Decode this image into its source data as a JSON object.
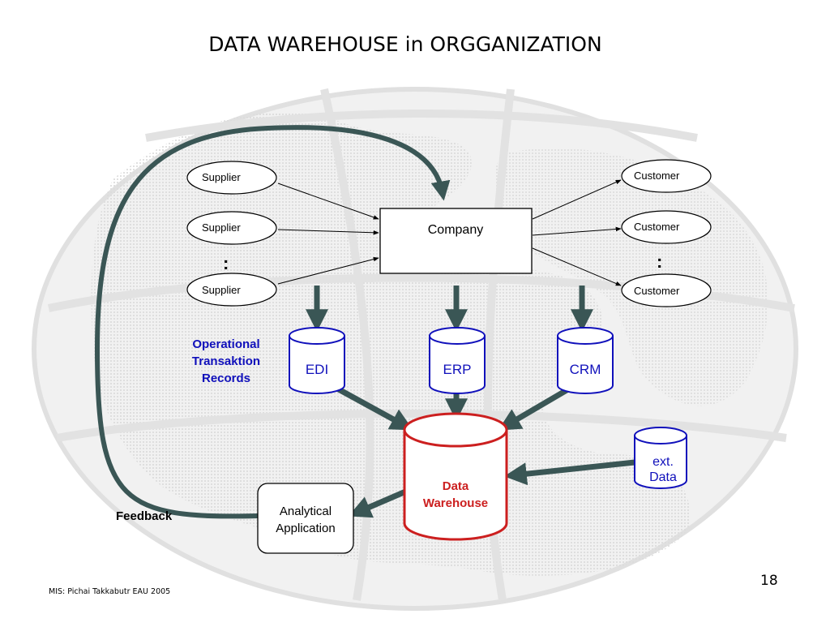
{
  "slide": {
    "title": "DATA WAREHOUSE in ORGGANIZATION",
    "footer": "MIS:  Pichai Takkabutr EAU 2005",
    "page_number": "18"
  },
  "diagram": {
    "suppliers": [
      "Supplier",
      "Supplier",
      "Supplier"
    ],
    "customers": [
      "Customer",
      "Customer",
      "Customer"
    ],
    "ellipsis": ":",
    "company": "Company",
    "operational_label": [
      "Operational",
      "Transaktion",
      "Records"
    ],
    "sources": [
      "EDI",
      "ERP",
      "CRM"
    ],
    "ext_data": [
      "ext.",
      "Data"
    ],
    "warehouse": [
      "Data",
      "Warehouse"
    ],
    "analytical": [
      "Analytical",
      "Application"
    ],
    "feedback": "Feedback"
  },
  "colors": {
    "arrow": "#3a5655",
    "blue": "#1010bb",
    "red": "#cc1f1f",
    "globe": "#e6e6e6"
  }
}
